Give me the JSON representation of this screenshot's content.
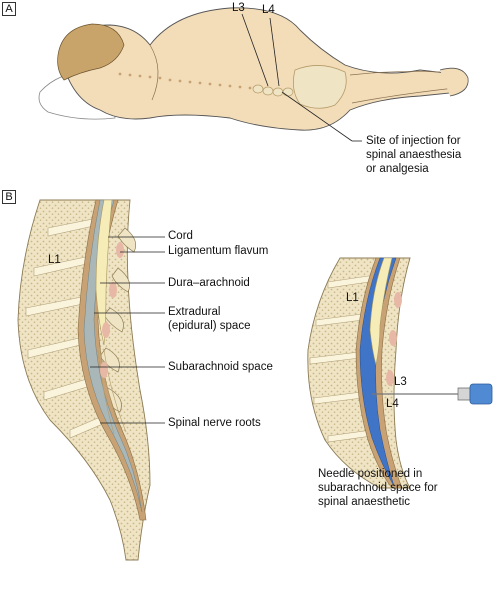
{
  "panel_a": {
    "tag": "A",
    "labels": {
      "l3": "L3",
      "l4": "L4",
      "injection_site_line1": "Site of injection for",
      "injection_site_line2": "spinal anaesthesia",
      "injection_site_line3": "or analgesia"
    }
  },
  "panel_b": {
    "tag": "B",
    "left_diagram": {
      "l1": "L1",
      "cord": "Cord",
      "ligamentum_flavum": "Ligamentum flavum",
      "dura_arachnoid": "Dura–arachnoid",
      "extradural_line1": "Extradural",
      "extradural_line2": "(epidural) space",
      "subarachnoid": "Subarachnoid space",
      "nerve_roots": "Spinal nerve roots"
    },
    "right_diagram": {
      "l1": "L1",
      "l3": "L3",
      "l4": "L4",
      "caption_line1": "Needle positioned in",
      "caption_line2": "subarachnoid space for",
      "caption_line3": "spinal anaesthetic"
    }
  },
  "colors": {
    "skin": "#f3ddb9",
    "hair": "#c9a46a",
    "bone": "#efe4c4",
    "bone_dots": "#c8b88a",
    "cord": "#f6ecb8",
    "subarachnoid_left": "#a9b7b8",
    "subarachnoid_right": "#3f74c7",
    "dura": "#c8a274",
    "ligament": "#e7b8a6",
    "needle_hub": "#4f8ad3"
  }
}
